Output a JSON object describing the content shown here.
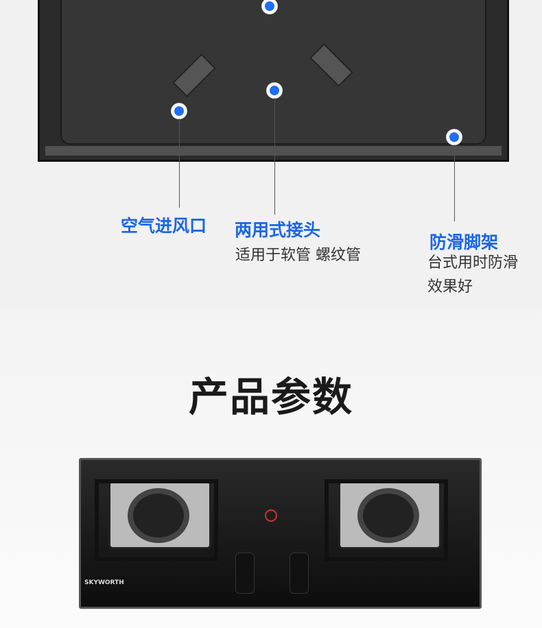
{
  "features": [
    {
      "title": "空气进风口",
      "desc": []
    },
    {
      "title": "两用式接头",
      "desc": [
        "适用于软管 螺纹管"
      ]
    },
    {
      "title": "防滑脚架",
      "desc": [
        "台式用时防滑",
        "效果好"
      ]
    }
  ],
  "section_title": "产品参数",
  "product": {
    "brand": "SKYWORTH"
  },
  "colors": {
    "accent": "#1a66e8"
  }
}
